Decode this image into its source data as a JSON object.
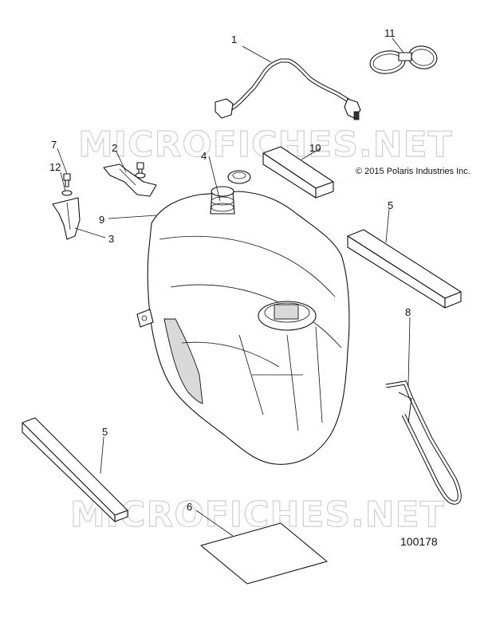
{
  "watermark": {
    "text": "MICROFICHES.NET"
  },
  "copyright": "© 2015 Polaris Industries Inc.",
  "figure_number": "100178",
  "callouts": {
    "c1": "1",
    "c2": "2",
    "c3": "3",
    "c4": "4",
    "c5a": "5",
    "c5b": "5",
    "c6": "6",
    "c7": "7",
    "c8": "8",
    "c9": "9",
    "c10": "10",
    "c11": "11",
    "c12": "12"
  }
}
